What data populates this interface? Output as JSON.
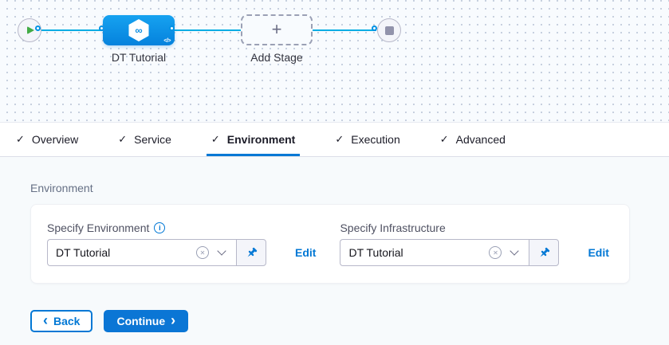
{
  "pipeline": {
    "stage": {
      "name": "DT Tutorial",
      "code_badge": "</>"
    },
    "add_stage_label": "Add Stage"
  },
  "tabs": [
    {
      "label": "Overview"
    },
    {
      "label": "Service"
    },
    {
      "label": "Environment"
    },
    {
      "label": "Execution"
    },
    {
      "label": "Advanced"
    }
  ],
  "active_tab": "Environment",
  "section": {
    "heading": "Environment",
    "environment_field": {
      "label": "Specify Environment",
      "value": "DT Tutorial",
      "edit": "Edit"
    },
    "infrastructure_field": {
      "label": "Specify Infrastructure",
      "value": "DT Tutorial",
      "edit": "Edit"
    }
  },
  "footer": {
    "back": "Back",
    "continue": "Continue"
  },
  "icons": {
    "check": "✓",
    "plus": "+",
    "infinity": "∞",
    "info": "i",
    "clear": "✕",
    "back_chevron": "‹",
    "continue_chevron": "›"
  },
  "colors": {
    "primary_blue": "#0278d5",
    "node_blue": "#0b90e7",
    "line_blue": "#00ade4",
    "success_green": "#42ab45",
    "gray_icon": "#9293ab",
    "canvas_bg": "#f8fbfe",
    "content_bg": "#f7fafc"
  }
}
